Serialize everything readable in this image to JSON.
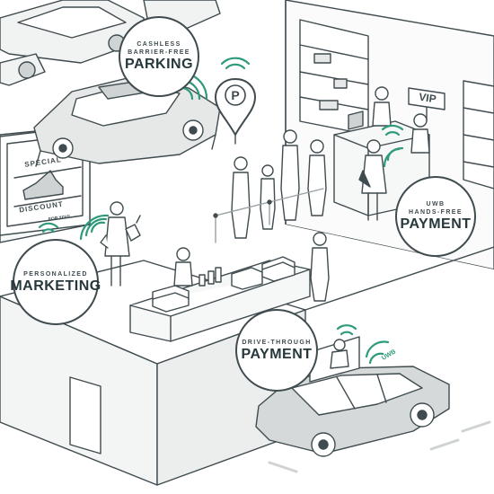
{
  "badges": {
    "parking": {
      "line1": "CASHLESS",
      "line2": "BARRIER-FREE",
      "title": "PARKING"
    },
    "hands_free": {
      "line1": "UWB",
      "line2": "HANDS-FREE",
      "title": "PAYMENT"
    },
    "marketing": {
      "line1": "PERSONALIZED",
      "title": "MARKETING"
    },
    "drive_through": {
      "line1": "DRIVE-THROUGH",
      "title": "PAYMENT"
    }
  },
  "signs": {
    "parking_pin": "P",
    "vip": "VIP",
    "shop_banner_top": "SPECIAL",
    "shop_banner_bottom": "DISCOUNT",
    "shop_banner_small": "FOR YOU!",
    "uwb_tag": "UWB"
  },
  "colors": {
    "line": "#3f4b4f",
    "accent": "#2e9a7c",
    "fill_light": "#e6e8e8",
    "fill_mid": "#cfd3d3"
  }
}
